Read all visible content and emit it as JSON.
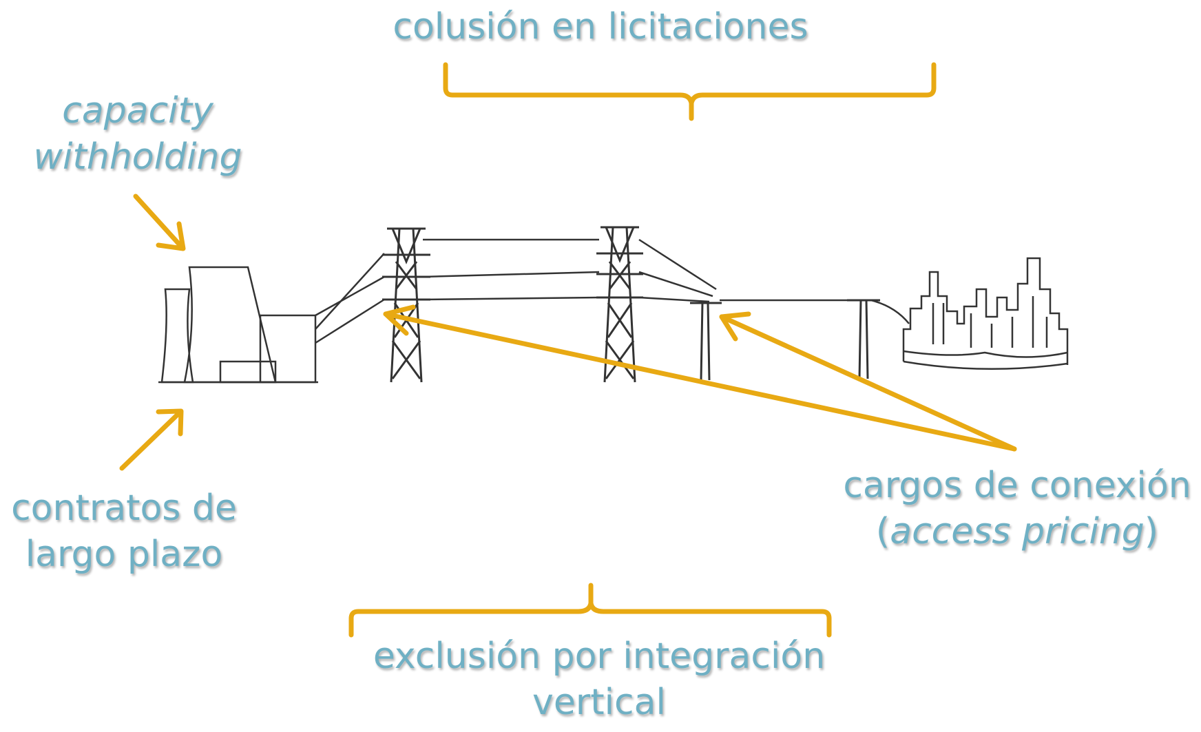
{
  "labels": {
    "top_bracket": "colusión en licitaciones",
    "capacity_line1": "capacity",
    "capacity_line2": "withholding",
    "contratos_line1": "contratos de",
    "contratos_line2": "largo plazo",
    "cargos_line1": "cargos de conexión",
    "cargos_paren_open": "(",
    "cargos_italic": "access pricing",
    "cargos_paren_close": ")",
    "exclusion_line1": "exclusión por integración",
    "exclusion_line2": "vertical"
  },
  "colors": {
    "label_text": "#6fb0c4",
    "accent_arrows_brackets": "#e8a913",
    "sketch_lines": "#333333"
  },
  "icons": [
    "power-plant-sketch",
    "transmission-tower-sketch",
    "distribution-pole-sketch",
    "city-skyline-sketch"
  ]
}
